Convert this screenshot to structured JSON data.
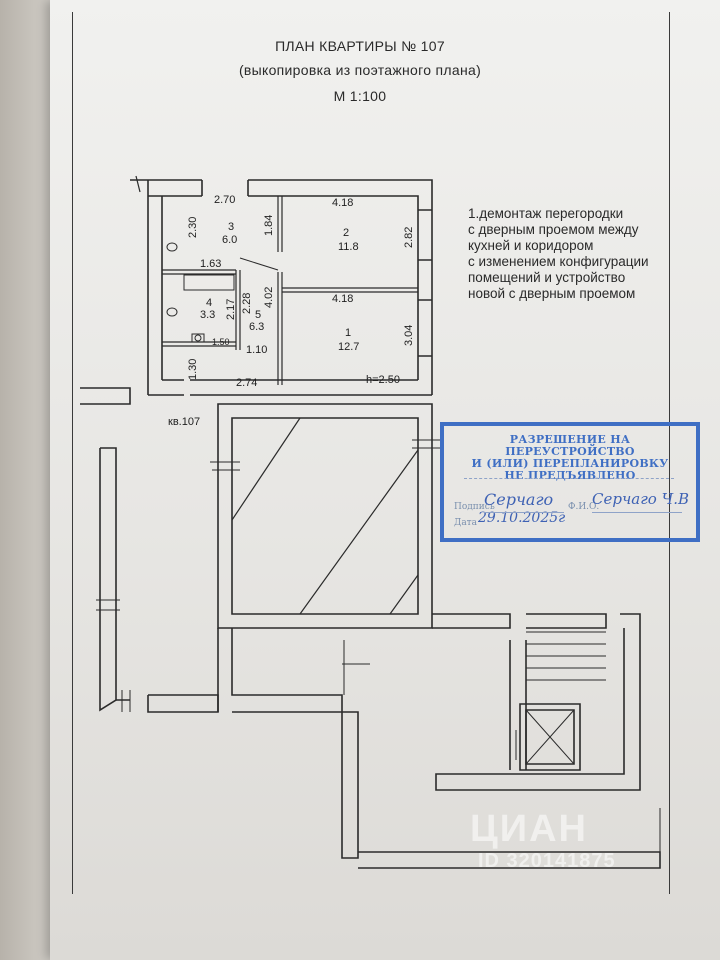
{
  "header": {
    "title": "ПЛАН КВАРТИРЫ № 107",
    "subtitle": "(выкопировка из поэтажного плана)",
    "scale": "М  1:100"
  },
  "plan": {
    "apartment_label": "кв.107",
    "ceiling_height": "h=2.50",
    "rooms": [
      {
        "number": "1",
        "area": "12.7"
      },
      {
        "number": "2",
        "area": "11.8"
      },
      {
        "number": "3",
        "area": "6.0"
      },
      {
        "number": "4",
        "area": "3.3"
      },
      {
        "number": "5",
        "area": "6.3"
      }
    ],
    "dimensions": {
      "d270": "2.70",
      "d418a": "4.18",
      "d418b": "4.18",
      "d230": "2.30",
      "d184": "1.84",
      "d282": "2.82",
      "d163": "1.63",
      "d228": "2.28",
      "d402": "4.02",
      "d217": "2.17",
      "d150": "1.50",
      "d110": "1.10",
      "d304": "3.04",
      "d130": "1.30",
      "d274": "2.74"
    }
  },
  "note": {
    "lines": [
      "1.демонтаж перегородки",
      "с дверным проемом между",
      "кухней и коридором",
      "с изменением конфигурации",
      "помещений и устройство",
      "новой с дверным проемом"
    ]
  },
  "stamp": {
    "line1": "РАЗРЕШЕНИЕ НА ПЕРЕУСТРОЙСТВО",
    "line2": "И (ИЛИ) ПЕРЕПЛАНИРОВКУ",
    "line3": "НЕ ПРЕДЪЯВЛЕНО",
    "signature_label": "Подпись",
    "fio_label": "Ф.И.О.",
    "date_label": "Дата",
    "signature": "Серчаго",
    "fio": "Серчаго Ч.В",
    "date": "29.10.2025г",
    "color": "#3f6fc4"
  },
  "watermark": {
    "brand": "ЦИАН",
    "id": "ID 320141875"
  }
}
